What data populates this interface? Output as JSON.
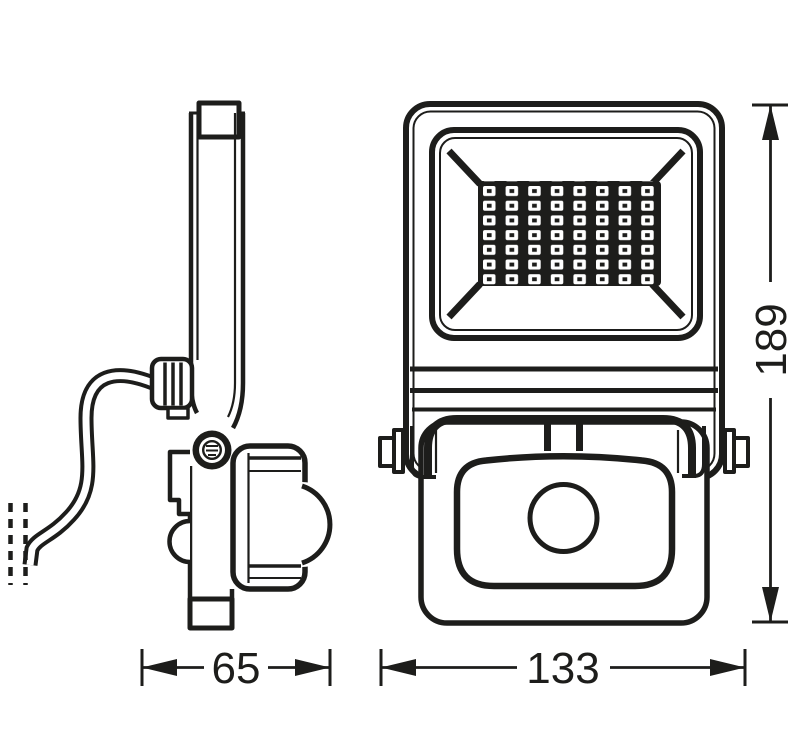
{
  "drawing": {
    "background": "#ffffff",
    "line_color": "#1d1d1b",
    "views": {
      "left": "side-view",
      "right": "front-view"
    },
    "led_grid": {
      "columns": 8,
      "rows": 7
    },
    "dimensions": {
      "depth": {
        "value": "65",
        "orientation": "horizontal"
      },
      "width": {
        "value": "133",
        "orientation": "horizontal"
      },
      "height": {
        "value": "189",
        "orientation": "vertical"
      }
    }
  }
}
